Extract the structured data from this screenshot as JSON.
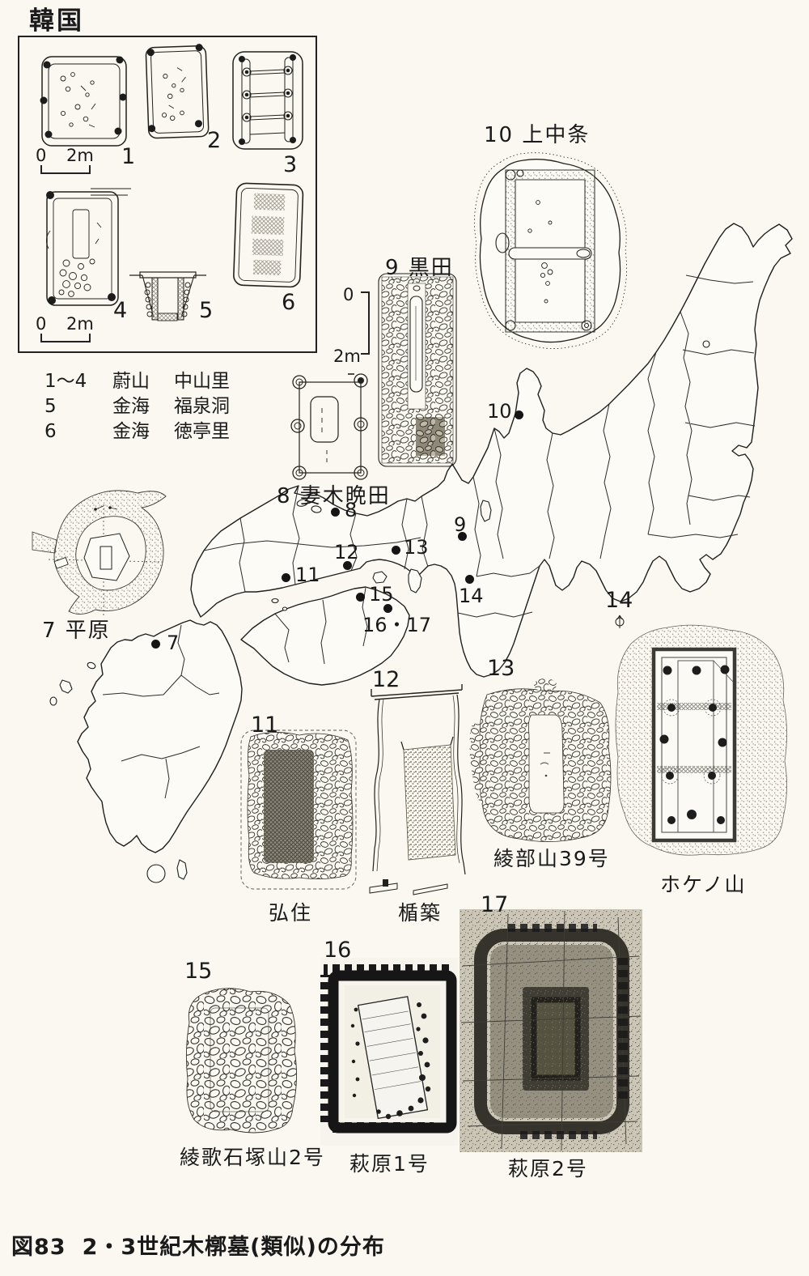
{
  "korea": {
    "title": "韓国",
    "plan_nums": {
      "p1": "1",
      "p2": "2",
      "p3": "3",
      "p4": "4",
      "p5": "5",
      "p6": "6"
    },
    "scale_top": {
      "zero": "0",
      "length": "2m"
    },
    "scale_bottom": {
      "zero": "0",
      "length": "2m"
    },
    "legend": {
      "row1": {
        "no": "1～4",
        "place": "蔚山",
        "site": "中山里"
      },
      "row2": {
        "no": "5",
        "place": "金海",
        "site": "福泉洞"
      },
      "row3": {
        "no": "6",
        "place": "金海",
        "site": "徳亭里"
      }
    }
  },
  "sites": {
    "s7": {
      "label": "7 平原"
    },
    "s8": {
      "label": "8 妻木晩田"
    },
    "s9": {
      "label": "9 黒田"
    },
    "s10": {
      "label": "10 上中条"
    },
    "s11": {
      "num": "11",
      "name": "弘住"
    },
    "s12": {
      "num": "12",
      "name": "楯築"
    },
    "s13": {
      "num": "13",
      "name": "綾部山39号"
    },
    "s14": {
      "num": "14",
      "name": "ホケノ山"
    },
    "s15": {
      "num": "15",
      "name": "綾歌石塚山2号"
    },
    "s16": {
      "num": "16",
      "name": "萩原1号"
    },
    "s17": {
      "num": "17",
      "name": "萩原2号"
    }
  },
  "kuroda_scale": {
    "zero": "0",
    "length": "2m"
  },
  "map": {
    "markers": {
      "m7": "7",
      "m8": "8",
      "m9": "9",
      "m10": "10",
      "m11": "11",
      "m12": "12",
      "m13": "13",
      "m14": "14",
      "m15": "15",
      "m1617": "16・17"
    }
  },
  "caption": {
    "fig_no": "図83",
    "title": "2・3世紀木槨墓(類似)の分布"
  }
}
